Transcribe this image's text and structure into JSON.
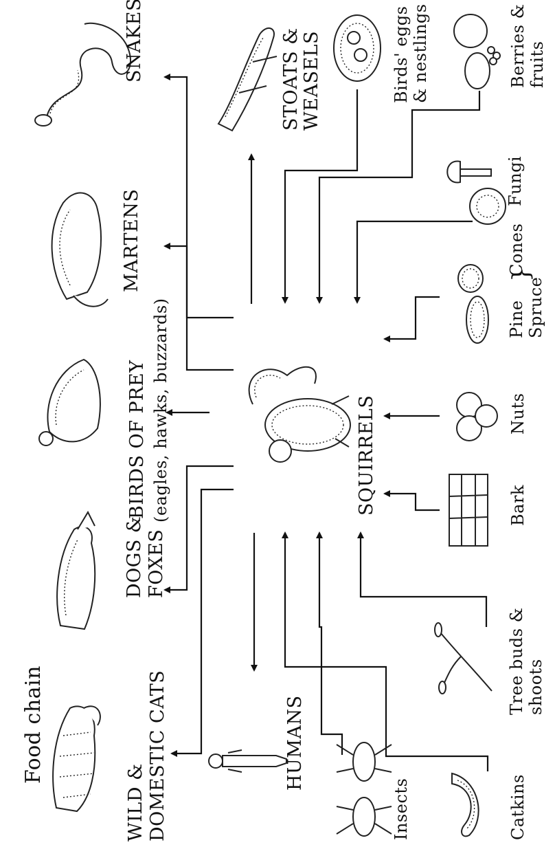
{
  "title": "Food chain",
  "center": {
    "label": "SQUIRRELS",
    "icon": "squirrel-icon"
  },
  "predators": [
    {
      "id": "snakes",
      "lines": [
        "SNAKES"
      ],
      "icon": "snake-icon"
    },
    {
      "id": "stoats-weasels",
      "lines": [
        "STOATS &",
        "WEASELS"
      ],
      "icon": "stoat-icon"
    },
    {
      "id": "martens",
      "lines": [
        "MARTENS"
      ],
      "icon": "marten-icon"
    },
    {
      "id": "birds-of-prey",
      "lines": [
        "BIRDS OF PREY",
        "(eagles, hawks, buzzards)"
      ],
      "icon": "bird-of-prey-icon"
    },
    {
      "id": "dogs-foxes",
      "lines": [
        "DOGS &",
        "FOXES"
      ],
      "icon": "fox-icon"
    },
    {
      "id": "cats",
      "lines": [
        "WILD &",
        "DOMESTIC CATS"
      ],
      "icon": "cat-icon"
    },
    {
      "id": "humans",
      "lines": [
        "HUMANS"
      ],
      "icon": "human-icon"
    }
  ],
  "foods": [
    {
      "id": "birds-eggs",
      "lines": [
        "Birds' eggs",
        "& nestlings"
      ],
      "icon": "nest-icon"
    },
    {
      "id": "berries",
      "lines": [
        "Berries &",
        "fruits"
      ],
      "icon": "berries-icon"
    },
    {
      "id": "fungi",
      "lines": [
        "Fungi"
      ],
      "icon": "mushroom-icon"
    },
    {
      "id": "cones",
      "lines": [
        "Pine",
        "Spruce",
        "Cones"
      ],
      "icon": "pine-cone-icon"
    },
    {
      "id": "nuts",
      "lines": [
        "Nuts"
      ],
      "icon": "nuts-icon"
    },
    {
      "id": "bark",
      "lines": [
        "Bark"
      ],
      "icon": "bark-icon"
    },
    {
      "id": "tree-buds",
      "lines": [
        "Tree buds &",
        "shoots"
      ],
      "icon": "twig-icon"
    },
    {
      "id": "insects",
      "lines": [
        "Insects"
      ],
      "icon": "insect-icon"
    },
    {
      "id": "catkins",
      "lines": [
        "Catkins"
      ],
      "icon": "catkin-icon"
    }
  ],
  "ink_color": "#111111"
}
